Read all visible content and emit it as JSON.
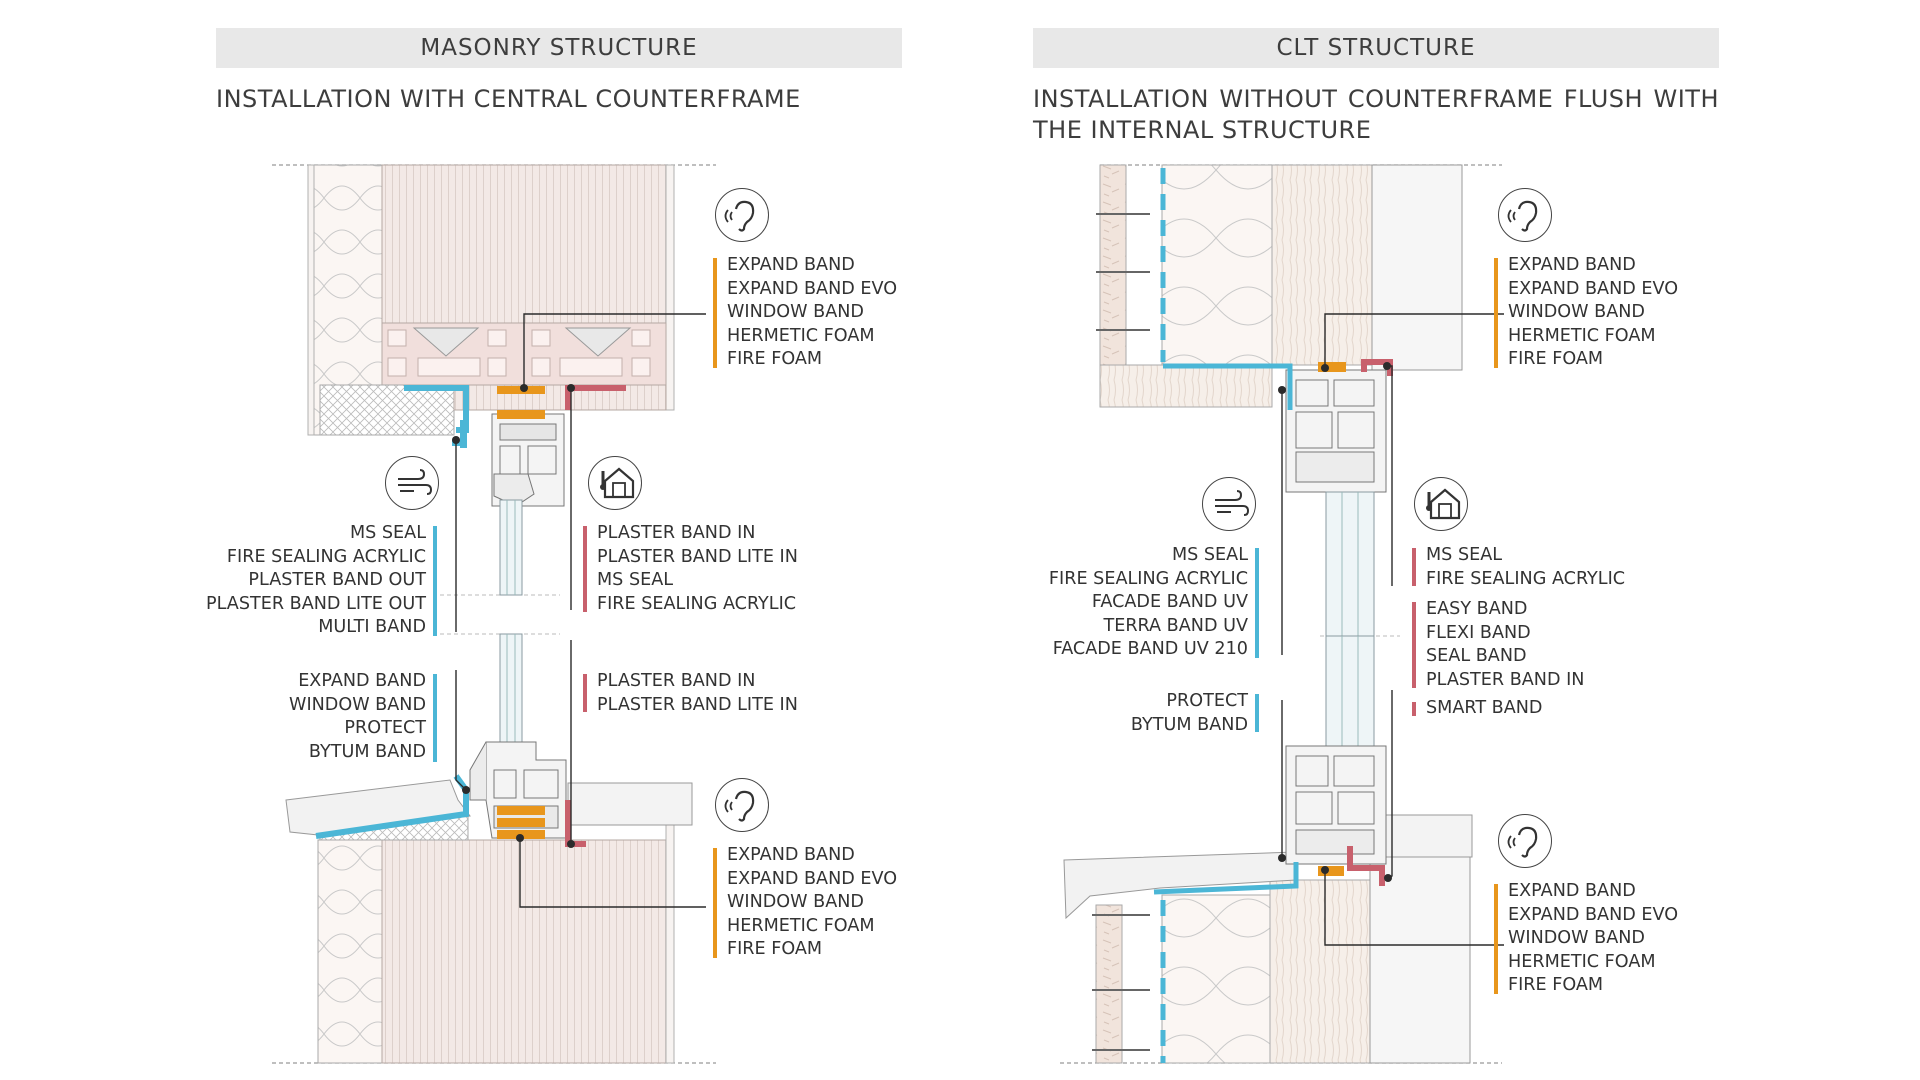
{
  "colors": {
    "orange": "#e8961c",
    "blue": "#4bb6d6",
    "red": "#c8606c",
    "wall": "#f4ebe8",
    "wall_line": "#e6d9d4",
    "outline": "#9a9a9a",
    "leader": "#2b2b2b"
  },
  "icons": {
    "acoustic": "ear-icon",
    "air": "wind-icon",
    "thermal": "house-thermometer-icon"
  },
  "left": {
    "header": "MASONRY STRUCTURE",
    "subtitle": "INSTALLATION WITH CENTRAL COUNTERFRAME",
    "top_right_group": [
      "EXPAND BAND",
      "EXPAND BAND EVO",
      "WINDOW BAND",
      "HERMETIC FOAM",
      "FIRE FOAM"
    ],
    "mid_left_group": [
      "MS SEAL",
      "FIRE SEALING ACRYLIC",
      "PLASTER BAND OUT",
      "PLASTER BAND LITE OUT",
      "MULTI BAND"
    ],
    "mid_right_group": [
      "PLASTER BAND IN",
      "PLASTER BAND LITE IN",
      "MS SEAL",
      "FIRE SEALING ACRYLIC"
    ],
    "low_left_group": [
      "EXPAND BAND",
      "WINDOW BAND",
      "PROTECT",
      "BYTUM BAND"
    ],
    "low_right_group": [
      "PLASTER BAND IN",
      "PLASTER BAND LITE IN"
    ],
    "bottom_right_group": [
      "EXPAND BAND",
      "EXPAND BAND EVO",
      "WINDOW BAND",
      "HERMETIC FOAM",
      "FIRE FOAM"
    ]
  },
  "right": {
    "header": "CLT STRUCTURE",
    "subtitle": "INSTALLATION WITHOUT COUNTERFRAME FLUSH WITH THE INTERNAL STRUCTURE",
    "top_right_group": [
      "EXPAND BAND",
      "EXPAND BAND EVO",
      "WINDOW BAND",
      "HERMETIC FOAM",
      "FIRE FOAM"
    ],
    "mid_left_group": [
      "MS SEAL",
      "FIRE SEALING ACRYLIC",
      "FACADE BAND UV",
      "TERRA BAND UV",
      "FACADE BAND UV 210"
    ],
    "mid_right_group_a": [
      "MS SEAL",
      "FIRE SEALING ACRYLIC"
    ],
    "mid_right_group_b": [
      "EASY BAND",
      "FLEXI BAND",
      "SEAL BAND",
      "PLASTER BAND IN"
    ],
    "mid_right_group_c": [
      "SMART BAND"
    ],
    "low_left_group": [
      "PROTECT",
      "BYTUM BAND"
    ],
    "bottom_right_group": [
      "EXPAND BAND",
      "EXPAND BAND EVO",
      "WINDOW BAND",
      "HERMETIC FOAM",
      "FIRE FOAM"
    ]
  }
}
